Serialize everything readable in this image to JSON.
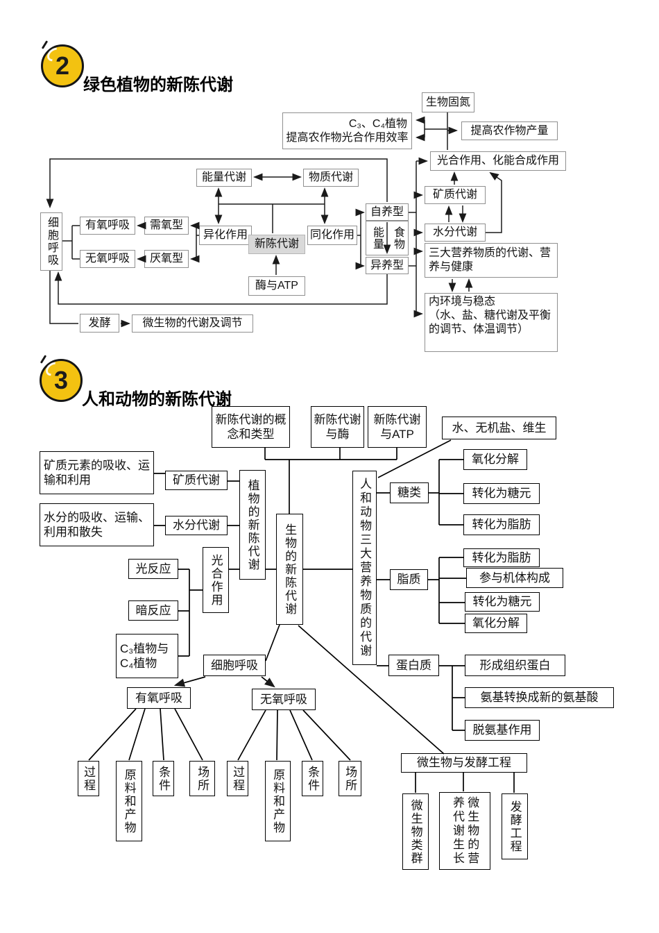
{
  "colors": {
    "badge_bg": "#F3C211",
    "line": "#1a1a1a",
    "highlight_box_bg": "#d9d9d9"
  },
  "sections": {
    "s2": {
      "badge": "2",
      "title": "绿色植物的新陈代谢"
    },
    "s3": {
      "badge": "3",
      "title": "人和动物的新陈代谢"
    }
  },
  "d2": {
    "nitrogen": "生物固氮",
    "c3c4_line1": "C₃、C₄植物",
    "c3c4_line2": "提高农作物光合作用效率",
    "yield": "提高农作物产量",
    "photo_chemo": "光合作用、化能合成作用",
    "energy_metab": "能量代谢",
    "material_metab": "物质代谢",
    "cell_resp": "细胞呼吸",
    "aerobic_resp": "有氧呼吸",
    "aerobic_type": "需氧型",
    "anaerobic_resp": "无氧呼吸",
    "anaerobic_type": "厌氧型",
    "catabolism": "异化作用",
    "metabolism": "新陈代谢",
    "anabolism": "同化作用",
    "enzyme_atp": "酶与ATP",
    "autotroph": "自养型",
    "energy": "能量",
    "food": "食物",
    "heterotroph": "异养型",
    "mineral_metab": "矿质代谢",
    "water_metab": "水分代谢",
    "three_nutrients": "三大营养物质的代谢、营养与健康",
    "internal_env_title": "内环境与稳态",
    "internal_env_detail": "（水、盐、糖代谢及平衡的调节、体温调节）",
    "fermentation": "发酵",
    "microbe_metab": "微生物的代谢及调节"
  },
  "d3": {
    "concept": "新陈代谢的概念和类型",
    "with_enzyme": "新陈代谢与酶",
    "with_atp": "新陈代谢与ATP",
    "water_salt": "水、无机盐、维生",
    "mineral_detail": "矿质元素的吸收、运输和利用",
    "mineral_metab": "矿质代谢",
    "water_detail": "水分的吸收、运输、利用和散失",
    "water_metab": "水分代谢",
    "plant_metab": "植物的新陈代谢",
    "bio_metab": "生物的新陈代谢",
    "photosynthesis": "光合作用",
    "light_rxn": "光反应",
    "dark_rxn": "暗反应",
    "c3c4": "C₃植物与C₄植物",
    "cell_resp": "细胞呼吸",
    "human_animal": "人和动物三大营养物质的代谢",
    "sugar": "糖类",
    "sugar_branches": [
      "氧化分解",
      "转化为糖元",
      "转化为脂肪"
    ],
    "lipid": "脂质",
    "lipid_branches": [
      "转化为脂肪",
      "参与机体构成",
      "转化为糖元",
      "氧化分解"
    ],
    "protein": "蛋白质",
    "protein_branches": [
      "形成组织蛋白",
      "氨基转换成新的氨基酸",
      "脱氨基作用"
    ],
    "aerobic_resp": "有氧呼吸",
    "anaerobic_resp": "无氧呼吸",
    "resp_sub": {
      "process": "过程",
      "material": "原料和产物",
      "condition": "条件",
      "place": "场所"
    },
    "microbe_eng": "微生物与发酵工程",
    "microbe_groups": "微生物类群",
    "microbe_nutrition": "微生物的营养代谢生长",
    "ferment_eng": "发酵工程"
  }
}
